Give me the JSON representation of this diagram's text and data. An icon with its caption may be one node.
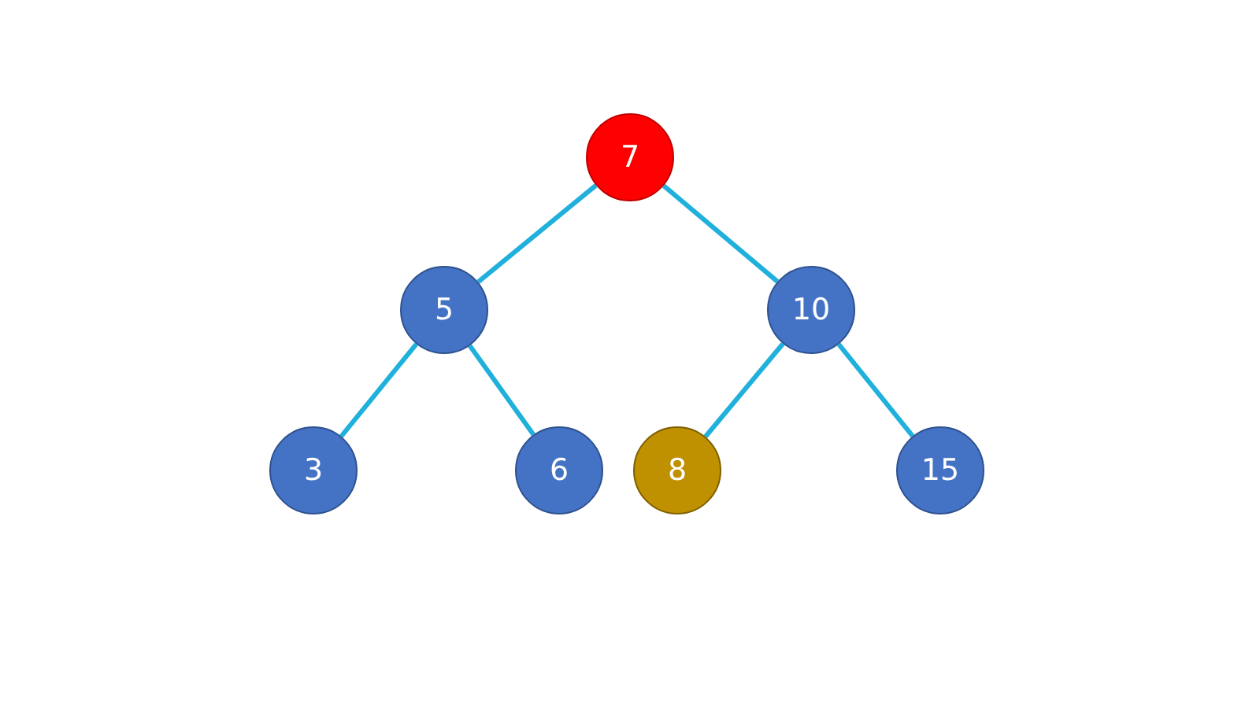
{
  "diagram": {
    "nodes": [
      {
        "text": [
          "7"
        ]
      },
      {
        "text": [
          "5"
        ]
      },
      {
        "text": [
          "10"
        ]
      },
      {
        "text": [
          "3"
        ]
      },
      {
        "text": [
          "6"
        ]
      },
      {
        "text": [
          "8"
        ]
      },
      {
        "text": [
          "15"
        ]
      }
    ],
    "edges": [
      {
        "from": 0,
        "to": 1,
        "arrow": "none"
      },
      {
        "from": 0,
        "to": 2,
        "arrow": "none"
      },
      {
        "from": 1,
        "to": 3,
        "arrow": "none"
      },
      {
        "from": 1,
        "to": 4,
        "arrow": "none"
      },
      {
        "from": 2,
        "to": 5,
        "arrow": "none"
      },
      {
        "from": 2,
        "to": 6,
        "arrow": "none"
      }
    ]
  }
}
